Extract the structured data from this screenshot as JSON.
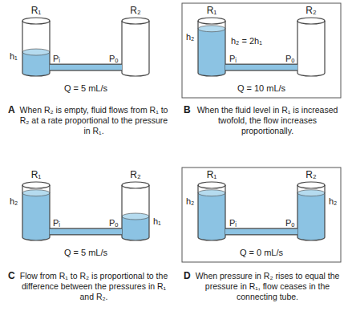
{
  "diagram": {
    "nodes": [
      {
        "text": [
          "R₁"
        ]
      },
      {
        "text": [
          "R₂"
        ]
      },
      {
        "text": [
          "R₁"
        ]
      },
      {
        "text": [
          "R₂"
        ]
      },
      {
        "text": [
          "R₁"
        ]
      },
      {
        "text": [
          "R₂"
        ]
      },
      {
        "text": [
          "R₁"
        ]
      },
      {
        "text": [
          "R₂"
        ]
      }
    ],
    "edges": [
      {
        "from": 0,
        "to": 1,
        "arrow": "none"
      },
      {
        "from": 2,
        "to": 3,
        "arrow": "none"
      },
      {
        "from": 4,
        "to": 5,
        "arrow": "none"
      },
      {
        "from": 6,
        "to": 7,
        "arrow": "none"
      }
    ],
    "labels": [
      "A",
      "When R₂ is empty, fluid flows from R₁ to R₂ at a rate proportional to the pressure in R₁.",
      "h₁",
      "Pᵢ",
      "Pₒ",
      "Q = 5 mL/s",
      "B",
      "When the fluid level in R₁ is increased twofold, the flow increases proportionally.",
      "h₂",
      "h₂ = 2h₁",
      "Pᵢ",
      "Pₒ",
      "Q = 10 mL/s",
      "C",
      "Flow from R₁ to R₂ is proportional to the difference between the pressures in R₁ and R₂.",
      "h₂",
      "h₁",
      "Pᵢ",
      "Pₒ",
      "Q = 5 mL/s",
      "D",
      "When pressure in R₂ rises to equal the pressure in R₁, flow ceases in the connecting tube.",
      "h₂",
      "h₂",
      "Pᵢ",
      "Pₒ",
      "Q = 0 mL/s"
    ]
  }
}
